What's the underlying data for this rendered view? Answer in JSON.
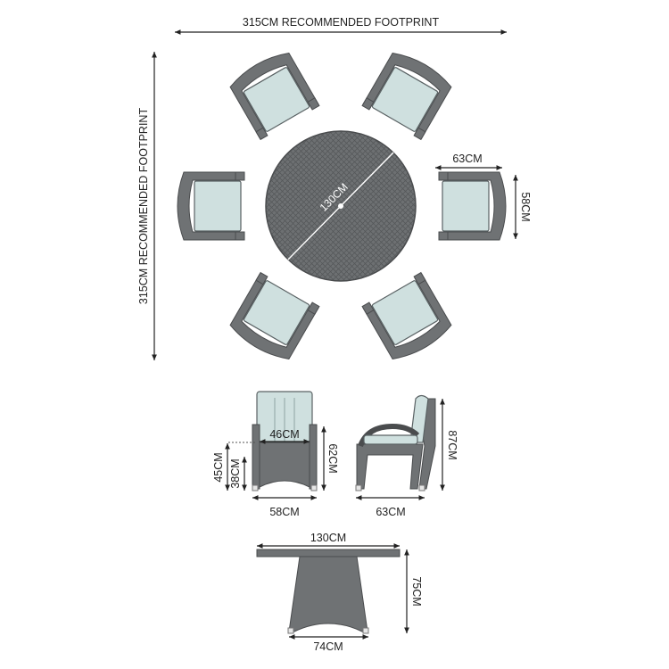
{
  "colors": {
    "wicker": "#6f7274",
    "wicker_dark": "#4a4c4e",
    "cushion": "#cfe0df",
    "table_top": "#6b6f71",
    "text": "#222222"
  },
  "footprint": {
    "width_label": "315CM RECOMMENDED FOOTPRINT",
    "height_label": "315CM RECOMMENDED FOOTPRINT"
  },
  "plan_view": {
    "table_diameter_label": "130CM",
    "chair_depth_label": "63CM",
    "chair_width_label": "58CM",
    "chair_count": 6
  },
  "chair_front": {
    "seat_width_label": "46CM",
    "seat_height_label": "45CM",
    "leg_height_label": "38CM",
    "arm_height_label": "62CM",
    "overall_width_label": "58CM"
  },
  "chair_side": {
    "overall_height_label": "87CM",
    "depth_label": "63CM"
  },
  "table_front": {
    "top_width_label": "130CM",
    "height_label": "75CM",
    "base_width_label": "74CM"
  }
}
